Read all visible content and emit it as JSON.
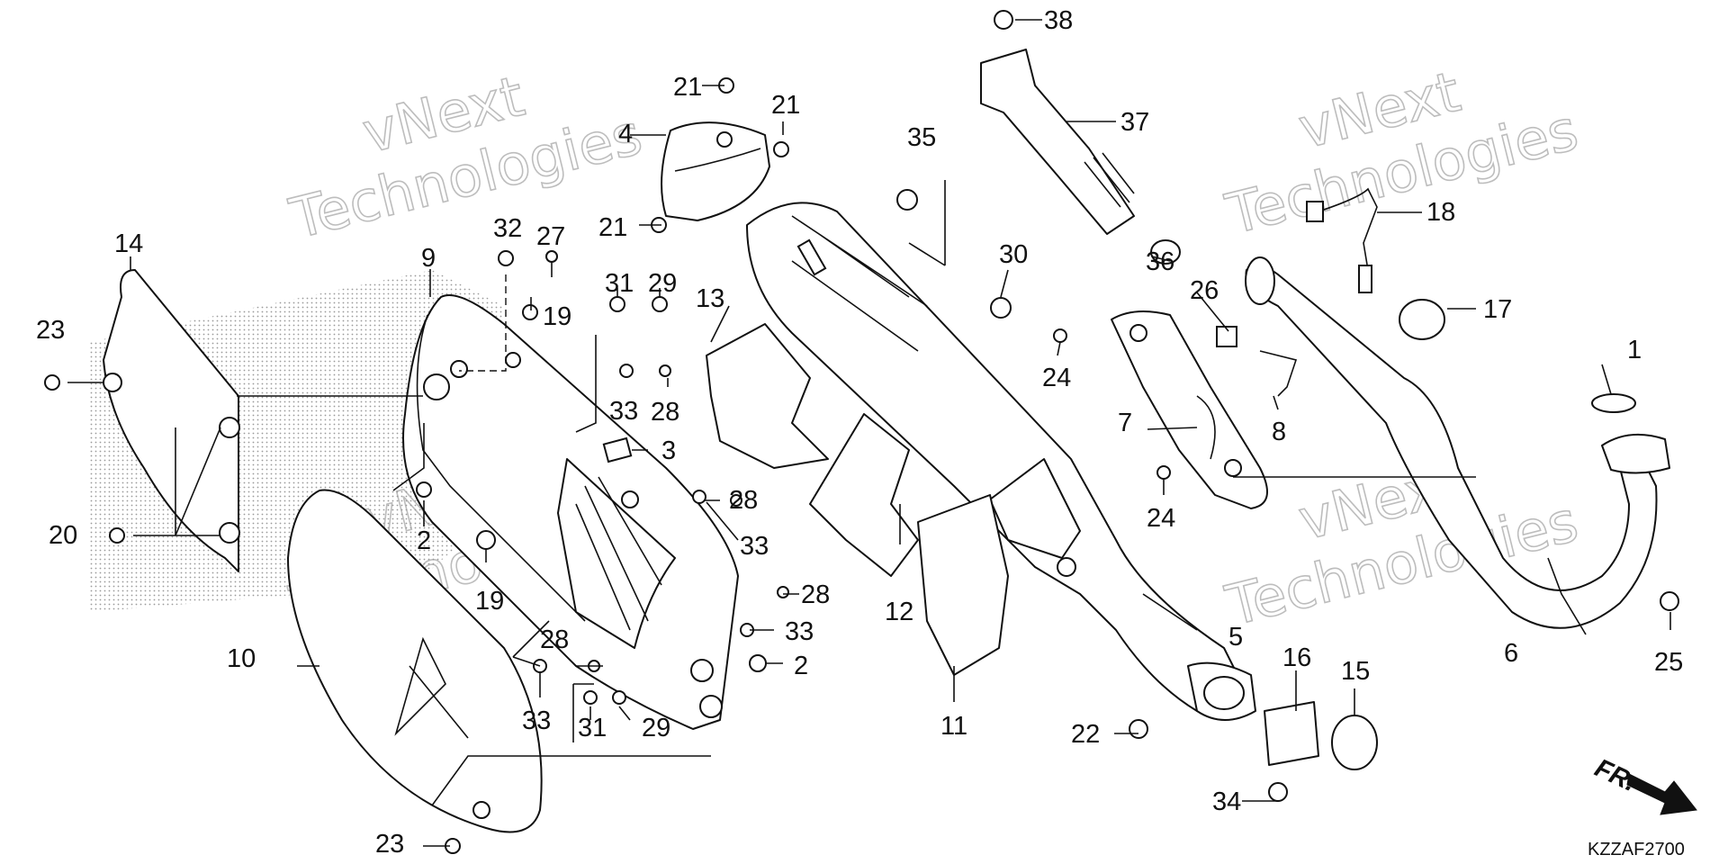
{
  "diagram": {
    "code": "KZZAF2700",
    "direction_label": "FR.",
    "watermark": {
      "line1": "vNext",
      "line2": "Technologies"
    },
    "part_labels": [
      {
        "id": "p1",
        "text": "1"
      },
      {
        "id": "p2a",
        "text": "2"
      },
      {
        "id": "p2b",
        "text": "2"
      },
      {
        "id": "p3",
        "text": "3"
      },
      {
        "id": "p4",
        "text": "4"
      },
      {
        "id": "p5",
        "text": "5"
      },
      {
        "id": "p6",
        "text": "6"
      },
      {
        "id": "p7",
        "text": "7"
      },
      {
        "id": "p8",
        "text": "8"
      },
      {
        "id": "p9",
        "text": "9"
      },
      {
        "id": "p10",
        "text": "10"
      },
      {
        "id": "p11",
        "text": "11"
      },
      {
        "id": "p12",
        "text": "12"
      },
      {
        "id": "p13",
        "text": "13"
      },
      {
        "id": "p14",
        "text": "14"
      },
      {
        "id": "p15",
        "text": "15"
      },
      {
        "id": "p16",
        "text": "16"
      },
      {
        "id": "p17",
        "text": "17"
      },
      {
        "id": "p18",
        "text": "18"
      },
      {
        "id": "p19a",
        "text": "19"
      },
      {
        "id": "p19b",
        "text": "19"
      },
      {
        "id": "p20",
        "text": "20"
      },
      {
        "id": "p21a",
        "text": "21"
      },
      {
        "id": "p21b",
        "text": "21"
      },
      {
        "id": "p21c",
        "text": "21"
      },
      {
        "id": "p22",
        "text": "22"
      },
      {
        "id": "p23a",
        "text": "23"
      },
      {
        "id": "p23b",
        "text": "23"
      },
      {
        "id": "p24a",
        "text": "24"
      },
      {
        "id": "p24b",
        "text": "24"
      },
      {
        "id": "p25",
        "text": "25"
      },
      {
        "id": "p26",
        "text": "26"
      },
      {
        "id": "p27",
        "text": "27"
      },
      {
        "id": "p28a",
        "text": "28"
      },
      {
        "id": "p28b",
        "text": "28"
      },
      {
        "id": "p28c",
        "text": "28"
      },
      {
        "id": "p28d",
        "text": "28"
      },
      {
        "id": "p29a",
        "text": "29"
      },
      {
        "id": "p29b",
        "text": "29"
      },
      {
        "id": "p30",
        "text": "30"
      },
      {
        "id": "p31a",
        "text": "31"
      },
      {
        "id": "p31b",
        "text": "31"
      },
      {
        "id": "p32",
        "text": "32"
      },
      {
        "id": "p33a",
        "text": "33"
      },
      {
        "id": "p33b",
        "text": "33"
      },
      {
        "id": "p33c",
        "text": "33"
      },
      {
        "id": "p33d",
        "text": "33"
      },
      {
        "id": "p34",
        "text": "34"
      },
      {
        "id": "p35",
        "text": "35"
      },
      {
        "id": "p36",
        "text": "36"
      },
      {
        "id": "p37",
        "text": "37"
      },
      {
        "id": "p38",
        "text": "38"
      }
    ]
  }
}
